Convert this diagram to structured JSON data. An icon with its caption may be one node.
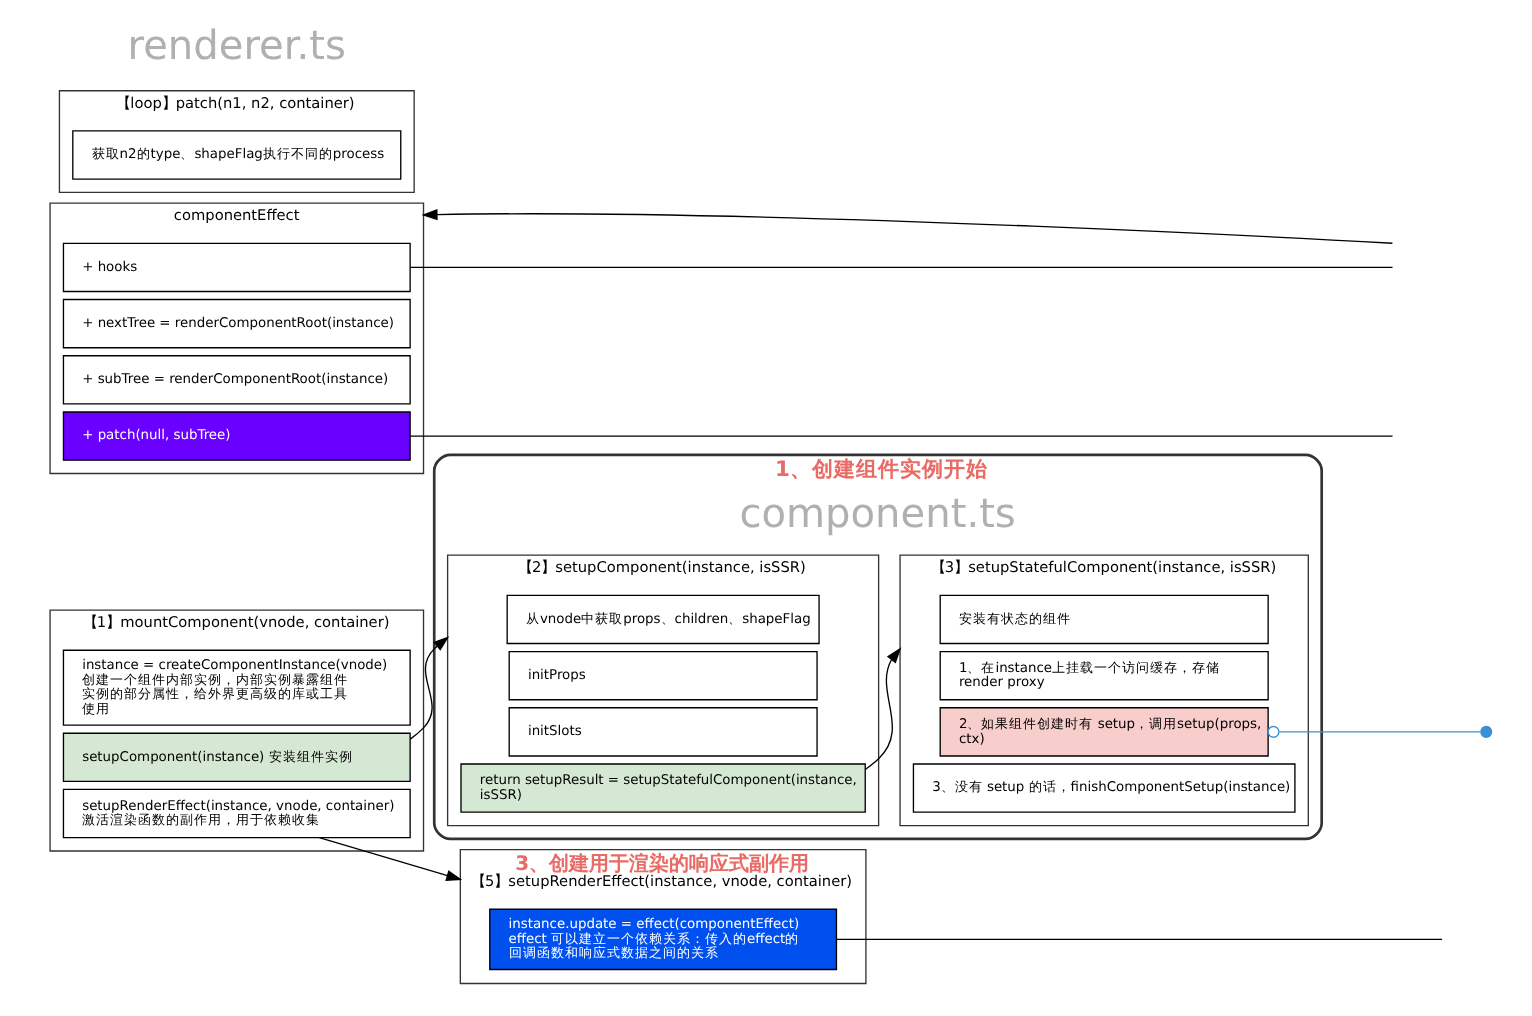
{
  "diagram": {
    "nodes": [
      {
        "text": [
          "【1】mountComponent(vnode, container)"
        ]
      },
      {
        "text": [
          "instance = createComponentInstance(vnode) 创建一个组件内部实例，内部实例暴露组件实例的部分属性，给外界更高级的库或工具使用"
        ],
        "in": 0
      },
      {
        "text": [
          "setupComponent(instance) 安装组件实例"
        ],
        "in": 0
      },
      {
        "text": [
          "setupRenderEffect(instance, vnode, container) 激活渲染函数的副作用，用于依赖收集"
        ],
        "in": 0
      },
      {
        "text": [
          "1、创建组件实例开始",
          "component.ts"
        ]
      },
      {
        "text": [
          "【2】setupComponent(instance, isSSR)"
        ],
        "in": 4
      },
      {
        "text": [
          "从vnode中获取props、children、shapeFlag"
        ],
        "in": 5
      },
      {
        "text": [
          "initProps"
        ],
        "in": 5
      },
      {
        "text": [
          "initSlots"
        ],
        "in": 5
      },
      {
        "text": [
          "return setupResult = setupStatefulComponent(instance, isSSR)"
        ],
        "in": 5
      },
      {
        "text": [
          "【3】setupStatefulComponent(instance, isSSR)"
        ],
        "in": 4
      },
      {
        "text": [
          "安装有状态的组件"
        ],
        "in": 10
      },
      {
        "text": [
          "1、在instance上挂载一个访问缓存，存储render proxy"
        ],
        "in": 10
      },
      {
        "text": [
          "2、如果组件创建时有 setup，调用setup(props, ctx)"
        ],
        "in": 10
      },
      {
        "text": [
          "3、没有 setup 的话，finishComponentSetup(instance)"
        ],
        "in": 10
      },
      {
        "text": [
          "3、创建用于渲染的响应式副作用",
          "【5】setupRenderEffect(instance, vnode, container)"
        ]
      },
      {
        "text": [
          "instance.update = effect(componentEffect) effect 可以建立一个依赖关系：传入的effect的回调函数和响应式数据之间的关系"
        ],
        "in": 15
      },
      {
        "text": [
          "componentEffect"
        ]
      },
      {
        "text": [
          "+ hooks"
        ],
        "in": 17
      },
      {
        "text": [
          "+ nextTree = renderComponentRoot(instance)"
        ],
        "in": 17
      },
      {
        "text": [
          "+ subTree = renderComponentRoot(instance)"
        ],
        "in": 17
      },
      {
        "text": [
          "+ patch(null, subTree)"
        ],
        "in": 17
      },
      {
        "text": [
          "【loop】patch(n1, n2, container)"
        ]
      },
      {
        "text": [
          "获取n2的type、shapeFlag执行不同的process"
        ],
        "in": 22
      }
    ],
    "edges": [
      {
        "from": 2,
        "to": 5,
        "arrow": "to"
      },
      {
        "from": 9,
        "to": 10,
        "arrow": "to"
      },
      {
        "from": 13,
        "to": null,
        "arrow": "other",
        "color": "#3a8fd6"
      },
      {
        "from": 3,
        "to": 15,
        "arrow": "to"
      },
      {
        "from": 16,
        "to": null,
        "arrow": "none"
      },
      {
        "from": null,
        "to": 17,
        "arrow": "to"
      },
      {
        "from": 18,
        "to": null,
        "arrow": "none"
      },
      {
        "from": 21,
        "to": null,
        "arrow": "none"
      }
    ],
    "labels": [
      "renderer.ts"
    ]
  }
}
